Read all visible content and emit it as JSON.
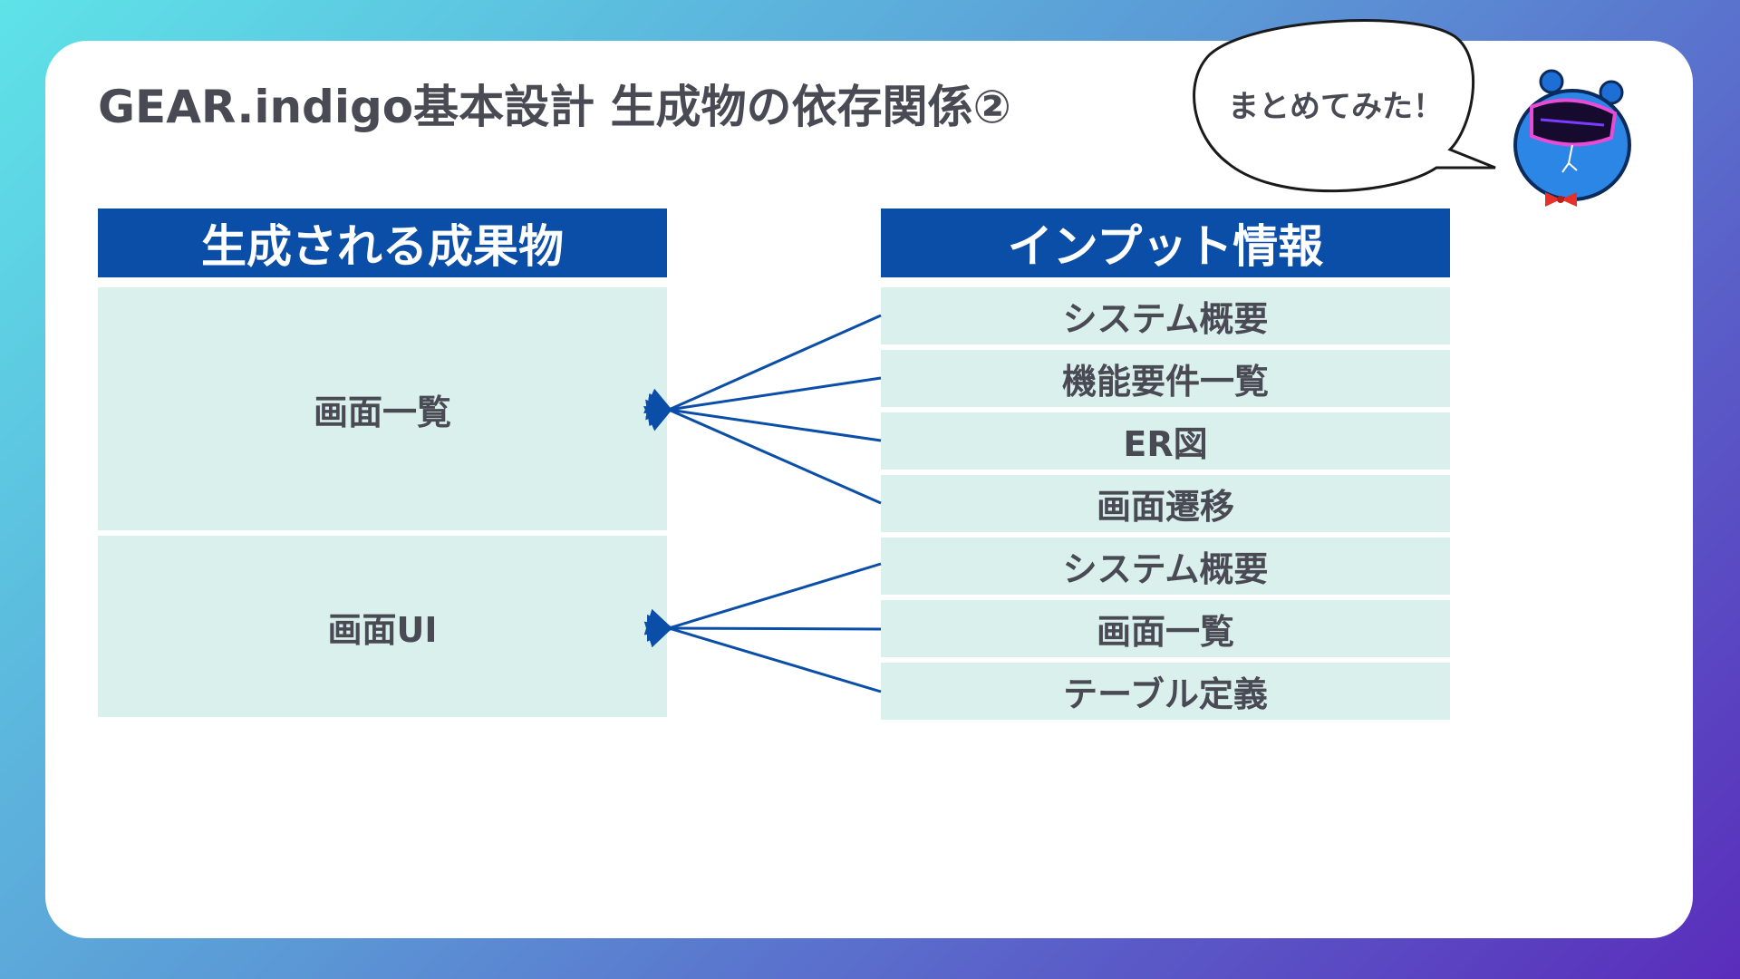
{
  "title": "GEAR.indigo基本設計 生成物の依存関係②",
  "bubble": "まとめてみた！",
  "left_header": "生成される成果物",
  "right_header": "インプット情報",
  "outputs": [
    {
      "label": "画面一覧"
    },
    {
      "label": "画面UI"
    }
  ],
  "inputs": [
    {
      "label": "システム概要"
    },
    {
      "label": "機能要件一覧"
    },
    {
      "label": "ER図"
    },
    {
      "label": "画面遷移"
    },
    {
      "label": "システム概要"
    },
    {
      "label": "画面一覧"
    },
    {
      "label": "テーブル定義"
    }
  ],
  "colors": {
    "header_bg": "#0a4ea8",
    "cell_bg": "#d9f0ed",
    "line": "#0a4ea8",
    "text": "#4a4a55"
  }
}
